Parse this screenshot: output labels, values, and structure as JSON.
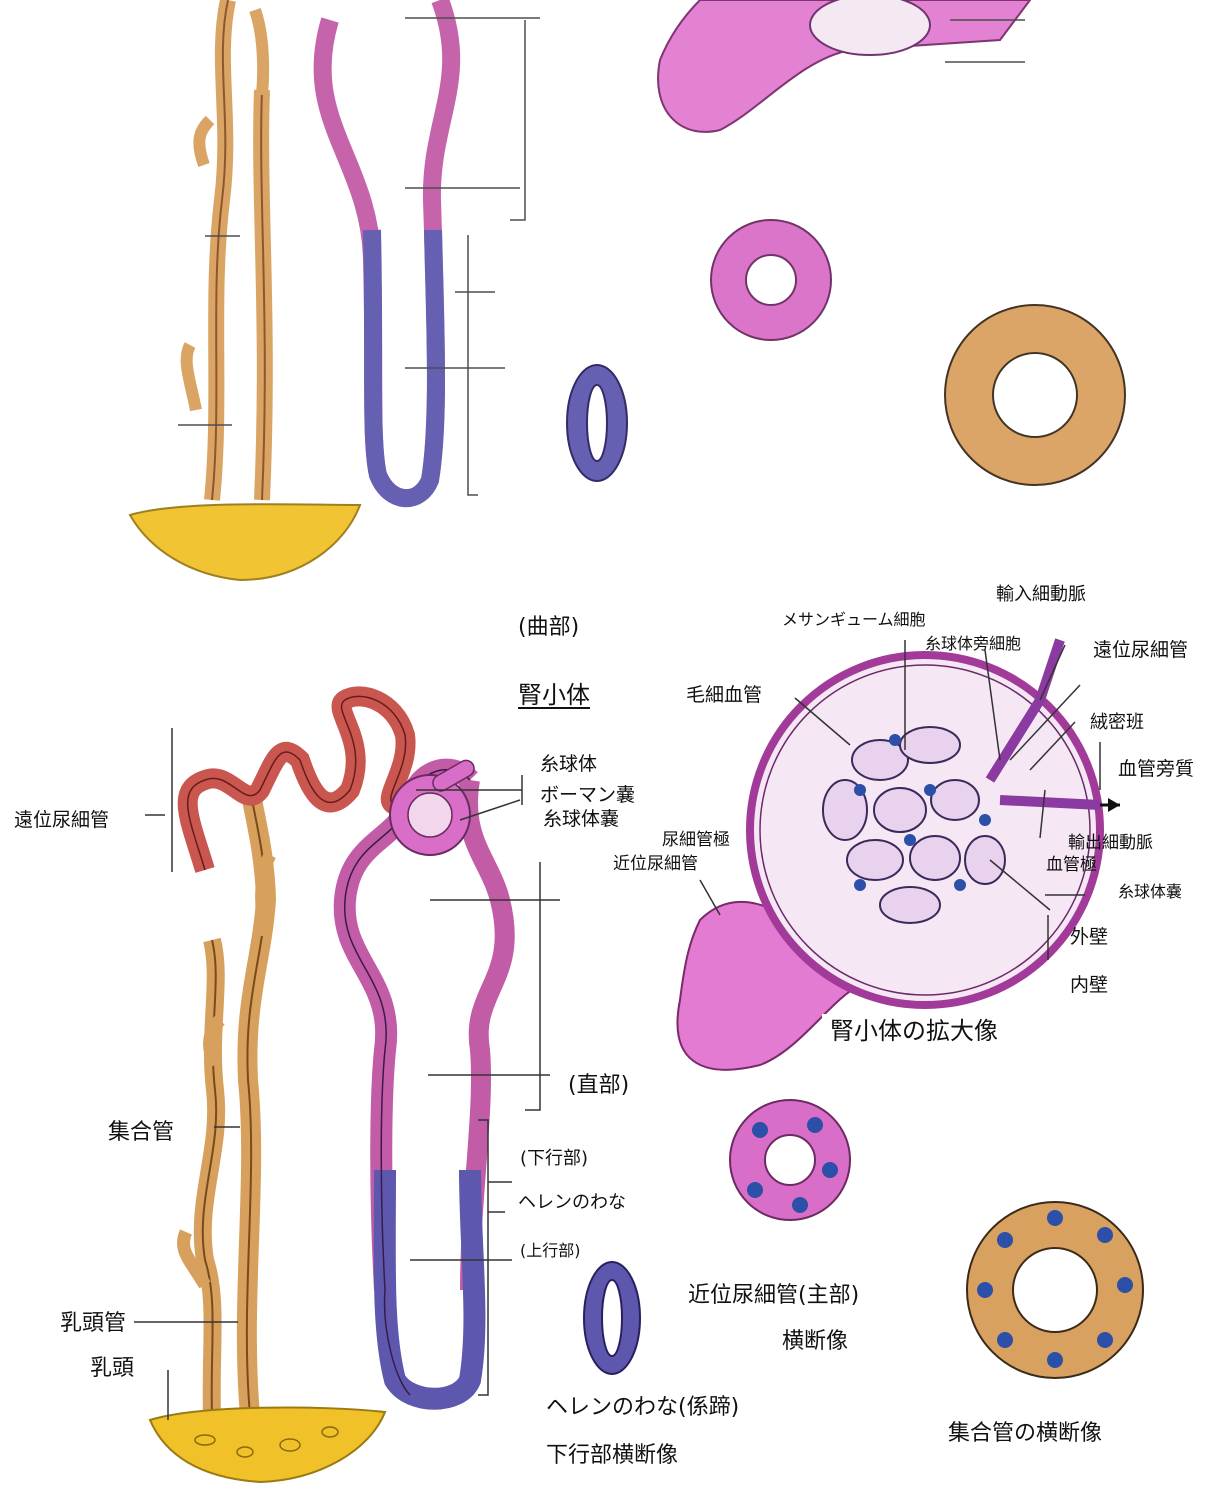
{
  "colors": {
    "collecting_duct": "#d7a05c",
    "distal_tubule": "#c9574f",
    "proximal_tubule": "#c25ca6",
    "loop_of_henle": "#5d58ad",
    "papilla": "#f1c12a",
    "collecting_cross_section": "#d9a15f",
    "nucleus": "#2c4fa8"
  },
  "labels": {
    "kyokubu": "(曲部)",
    "jinshotai": "腎小体",
    "enni_left": "遠位尿細管",
    "shikyutai": "糸球体",
    "bowman": "ボーマン嚢",
    "shikyutai_nou": "糸球体嚢",
    "chokubu": "(直部)",
    "kakobu": "(下行部)",
    "henle": "ヘレンのわな",
    "jokobu": "(上行部)",
    "shugokan": "集合管",
    "nyutokan": "乳頭管",
    "nyuto": "乳頭",
    "mesangium": "メサンギューム細胞",
    "afferent": "輸入細動脈",
    "juxtaglom": "糸球体旁細胞",
    "enni_right": "遠位尿細管",
    "capillary": "毛細血管",
    "macula": "絨密班",
    "extraglom": "血管旁質",
    "urinary_pole": "尿細管極",
    "proximal": "近位尿細管",
    "efferent": "輸出細動脈",
    "vascular_pole": "血管極",
    "capsule": "糸球体嚢",
    "outer_wall": "外壁",
    "inner_wall": "内壁",
    "renal_corpuscle_enlarged": "腎小体の拡大像",
    "proximal_main": "近位尿細管(主部)",
    "cross_section": "横断像",
    "henle_title": "ヘレンのわな(係蹄)",
    "henle_sub": "下行部横断像",
    "collecting_cross": "集合管の横断像"
  }
}
